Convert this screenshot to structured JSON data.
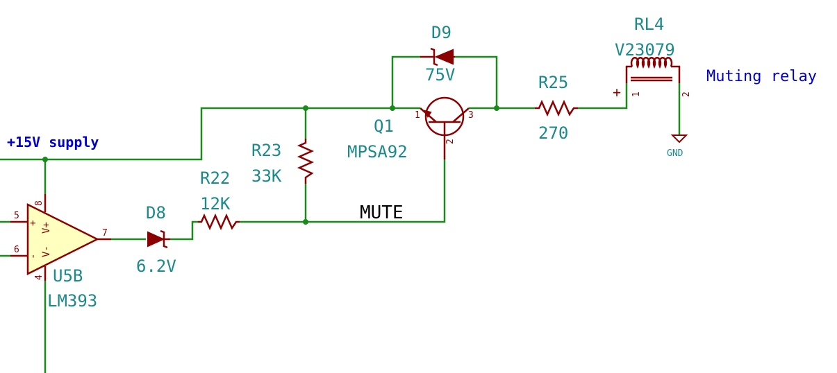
{
  "colors": {
    "wire": "#1a8a1a",
    "component": "#8b0000",
    "reference": "#1a8a8a",
    "note": "#0000cc",
    "opamp_fill": "#ffffc0"
  },
  "labels": {
    "supply": "+15V supply",
    "mute_net": "MUTE",
    "relay_note": "Muting relay"
  },
  "components": {
    "u5b": {
      "ref": "U5B",
      "value": "LM393",
      "pin_plus": "5",
      "pin_minus": "6",
      "pin_out": "7",
      "pin_vpos": "8",
      "pin_vneg": "4",
      "vpos_label": "V+",
      "vneg_label": "V-",
      "in_plus": "+",
      "in_minus": "-"
    },
    "d8": {
      "ref": "D8",
      "value": "6.2V"
    },
    "r22": {
      "ref": "R22",
      "value": "12K"
    },
    "r23": {
      "ref": "R23",
      "value": "33K"
    },
    "q1": {
      "ref": "Q1",
      "value": "MPSA92",
      "pin1": "1",
      "pin2": "2",
      "pin3": "3"
    },
    "d9": {
      "ref": "D9",
      "value": "75V"
    },
    "r25": {
      "ref": "R25",
      "value": "270"
    },
    "rl4": {
      "ref": "RL4",
      "value": "V23079",
      "pin1": "1",
      "pin2": "2",
      "polarity": "+"
    },
    "gnd": {
      "label": "GND"
    }
  }
}
